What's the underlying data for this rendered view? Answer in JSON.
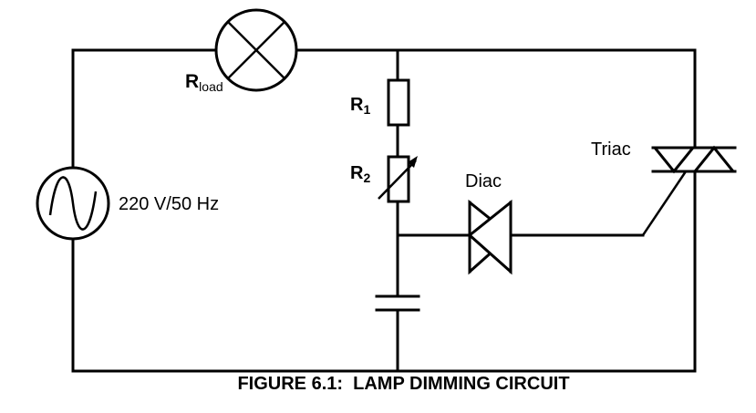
{
  "labels": {
    "r_load_main": "R",
    "r_load_sub": "load",
    "r1_main": "R",
    "r1_sub": "1",
    "r2_main": "R",
    "r2_sub": "2",
    "source": "220 V/50 Hz",
    "diac": "Diac",
    "triac": "Triac"
  },
  "caption": "FIGURE 6.1:  LAMP DIMMING CIRCUIT"
}
